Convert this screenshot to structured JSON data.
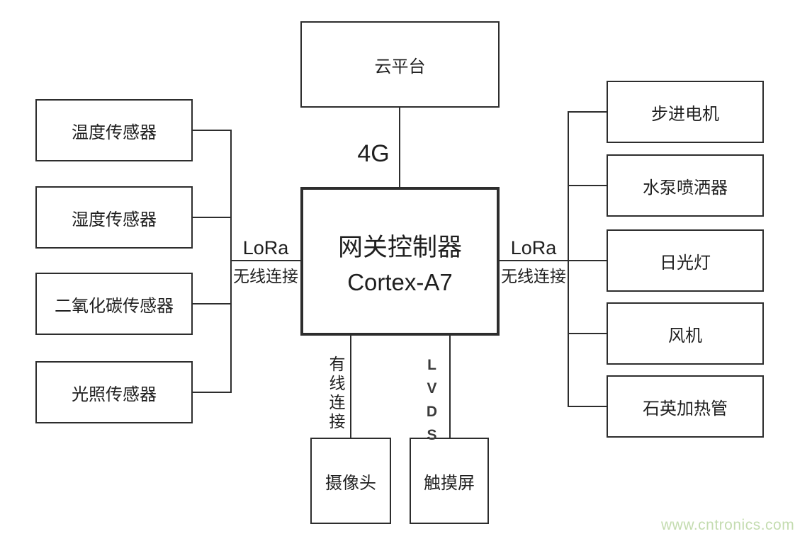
{
  "nodes": {
    "cloud": "云平台",
    "gateway_title": "网关控制器",
    "gateway_subtitle": "Cortex-A7",
    "sensors": [
      "温度传感器",
      "湿度传感器",
      "二氧化碳传感器",
      "光照传感器"
    ],
    "actuators": [
      "步进电机",
      "水泵喷洒器",
      "日光灯",
      "风机",
      "石英加热管"
    ],
    "camera": "摄像头",
    "touchscreen": "触摸屏"
  },
  "links": {
    "cloud_link": "4G",
    "left_protocol": "LoRa",
    "left_type": "无线连接",
    "right_protocol": "LoRa",
    "right_type": "无线连接",
    "camera_link": "有线连接",
    "touchscreen_link": "LVDS"
  },
  "watermark": "www.cntronics.com",
  "colors": {
    "line": "#2d2d2d",
    "text": "#1f1f1f",
    "watermark": "#c4dcb0",
    "background": "#ffffff"
  }
}
